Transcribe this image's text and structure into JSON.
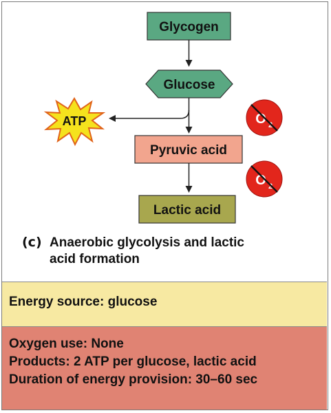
{
  "diagram": {
    "nodes": {
      "glycogen": "Glycogen",
      "glucose": "Glucose",
      "atp": "ATP",
      "pyruvic": "Pyruvic acid",
      "lactic": "Lactic acid"
    },
    "no_oxygen_symbol": "O",
    "no_oxygen_subscript": "2"
  },
  "caption": {
    "tag": "(c)",
    "line1": "Anaerobic glycolysis and lactic",
    "line2": "acid formation"
  },
  "energy_source": "Energy source: glucose",
  "details": {
    "oxygen_use": "Oxygen use: None",
    "products": "Products: 2 ATP per glucose, lactic acid",
    "duration": "Duration of energy provision: 30–60 sec"
  },
  "colors": {
    "glycogen_fill": "#5aa882",
    "glucose_fill": "#5aa882",
    "pyruvic_fill": "#f2a58e",
    "lactic_fill": "#a8a74e",
    "atp_fill": "#f5e21d",
    "no_o2_fill": "#e2261c",
    "energy_panel": "#f7e9a2",
    "details_panel": "#e08373"
  }
}
